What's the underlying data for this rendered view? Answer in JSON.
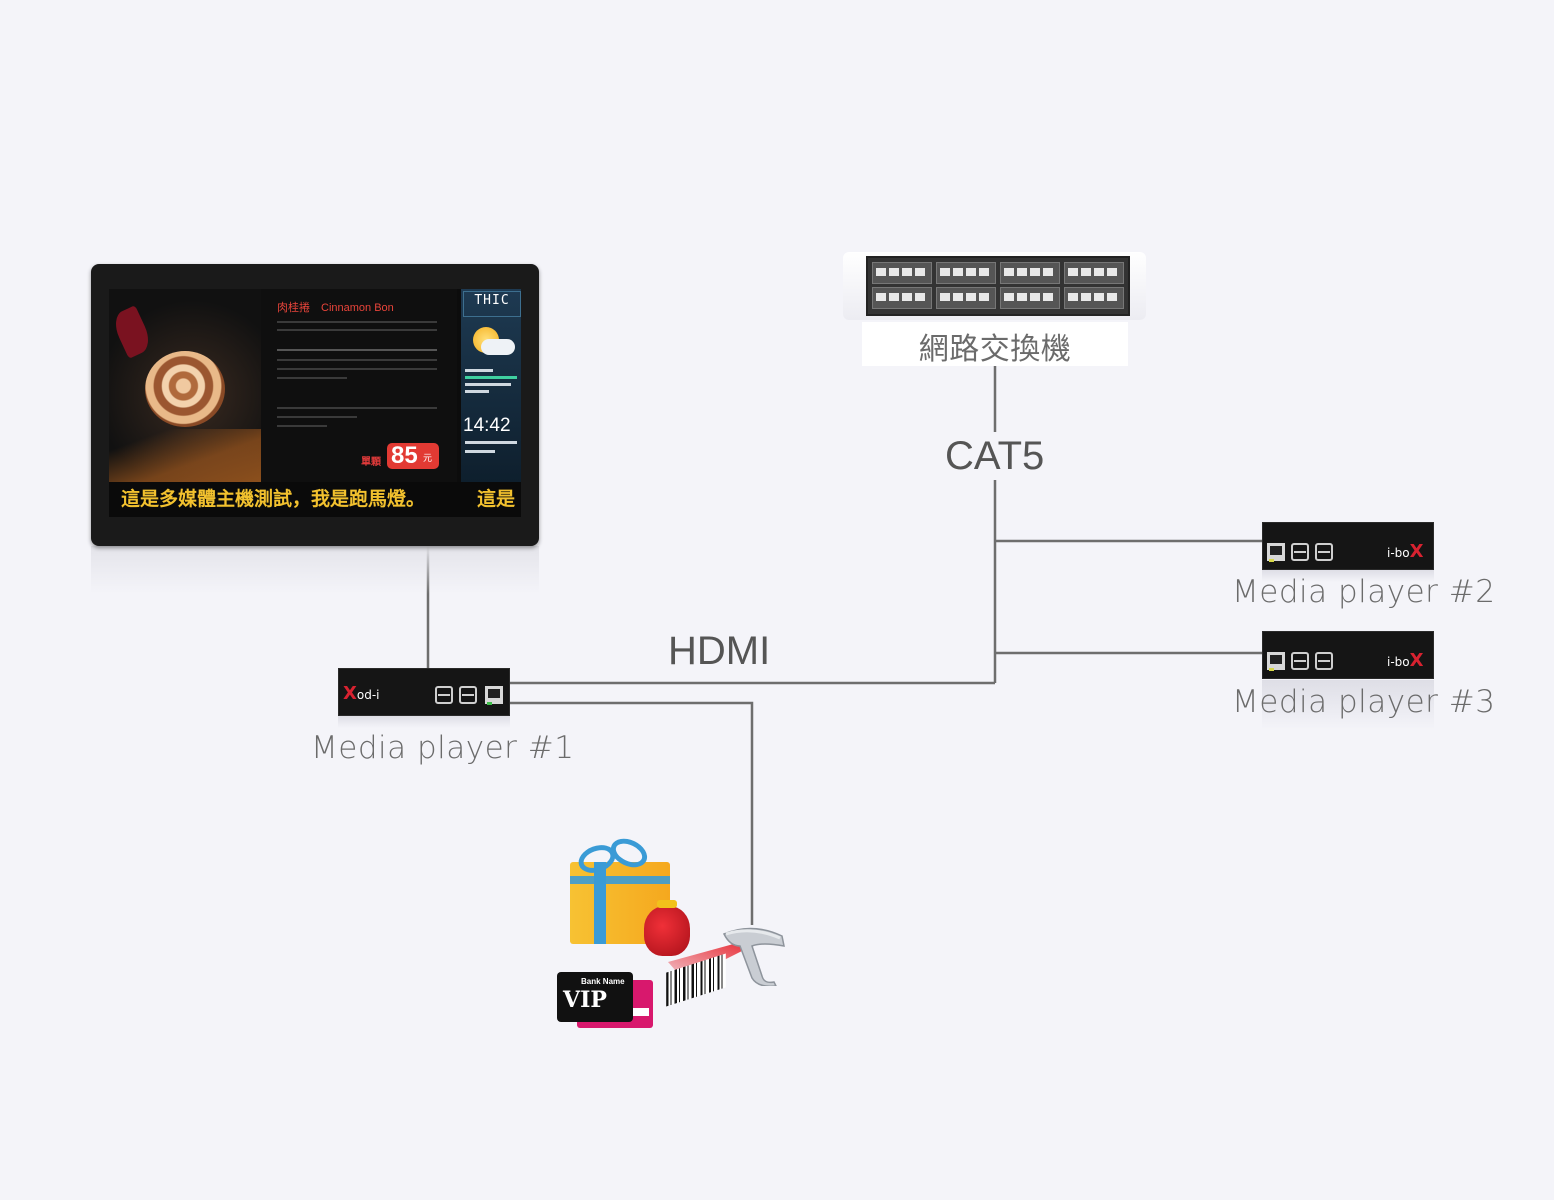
{
  "diagram": {
    "labels": {
      "cat5": "CAT5",
      "hdmi": "HDMI",
      "switch": "網路交換機",
      "player1": "Media player #1",
      "player2": "Media player #2",
      "player3": "Media player #3"
    },
    "player_logos": {
      "player1": "od-i",
      "player2": "i-bo",
      "player3": "i-bo",
      "x_mark": "X"
    },
    "line_color": "#6e6e6e"
  },
  "screen": {
    "dish_title": "肉桂捲　Cinnamon Bon",
    "brand": "THIC",
    "weather": {
      "icon": "partly-cloudy-icon"
    },
    "time": "14:42",
    "price_unit": "單顆",
    "price_value": "85",
    "price_currency": "元",
    "marquee": "這是多媒體主機測試，我是跑馬燈。",
    "marquee_tail": "這是"
  },
  "peripherals": {
    "card_bank": "Bank Name",
    "card_vip": "VIP",
    "icons": [
      "gift-box-icon",
      "lucky-bag-icon",
      "barcode-scanner-icon",
      "vip-card-icon"
    ]
  }
}
